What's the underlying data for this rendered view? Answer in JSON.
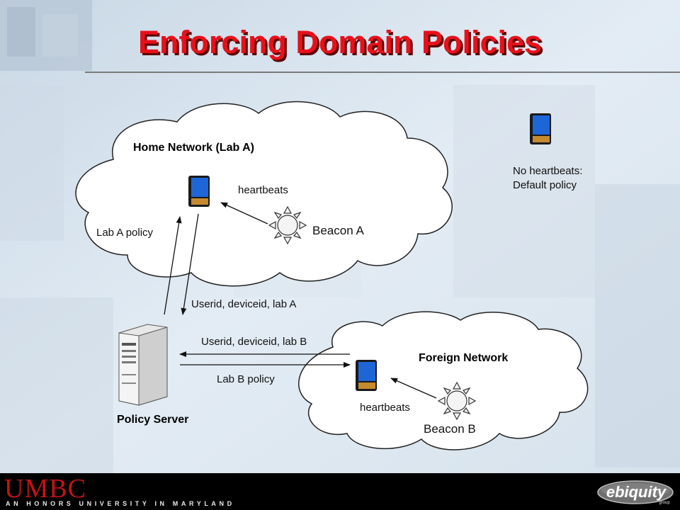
{
  "slide": {
    "title": "Enforcing Domain Policies"
  },
  "diagram": {
    "home_network_label": "Home Network (Lab A)",
    "heartbeats_a": "heartbeats",
    "beacon_a": "Beacon A",
    "lab_a_policy": "Lab A policy",
    "userid_lab_a": "Userid, deviceid, lab A",
    "no_heartbeats_line1": "No heartbeats:",
    "no_heartbeats_line2": "Default policy",
    "userid_lab_b": "Userid, deviceid, lab B",
    "lab_b_policy": "Lab B policy",
    "foreign_network_label": "Foreign Network",
    "heartbeats_b": "heartbeats",
    "beacon_b": "Beacon B",
    "policy_server_label": "Policy Server"
  },
  "footer": {
    "umbc_logo": "UMBC",
    "umbc_tagline": "AN HONORS UNIVERSITY IN MARYLAND",
    "ebiquity_logo": "ebiquity",
    "ebiquity_sub": "group"
  },
  "colors": {
    "title": "#e8101a",
    "title_shadow": "#5a0000",
    "umbc_red": "#c4121a",
    "footer_bg": "#000000"
  }
}
